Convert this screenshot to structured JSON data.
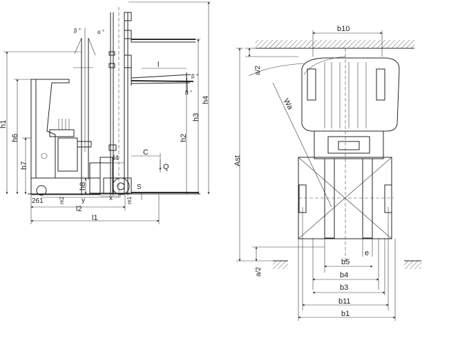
{
  "side_view": {
    "labels": {
      "h1": "h1",
      "h6": "h6",
      "h7": "h7",
      "h8": "h8",
      "h2": "h2",
      "h3": "h3",
      "h4": "h4",
      "l": "l",
      "l1": "l1",
      "l2": "l2",
      "l4": "l4",
      "beta_top": "β °",
      "alpha_top": "α °",
      "beta_fork": "β °",
      "alpha_fork": "α °",
      "c": "C",
      "q": "Q",
      "s": "S",
      "x": "x",
      "y": "y",
      "m1": "m1",
      "m2": "m2",
      "dim_261": "261"
    }
  },
  "top_view": {
    "labels": {
      "b10": "b10",
      "a2_top": "a/2",
      "wa": "Wa",
      "ast": "Ast",
      "b5": "b5",
      "e": "e",
      "b4": "b4",
      "b3": "b3",
      "b11": "b11",
      "b1": "b1",
      "a2_bottom": "a/2"
    }
  }
}
